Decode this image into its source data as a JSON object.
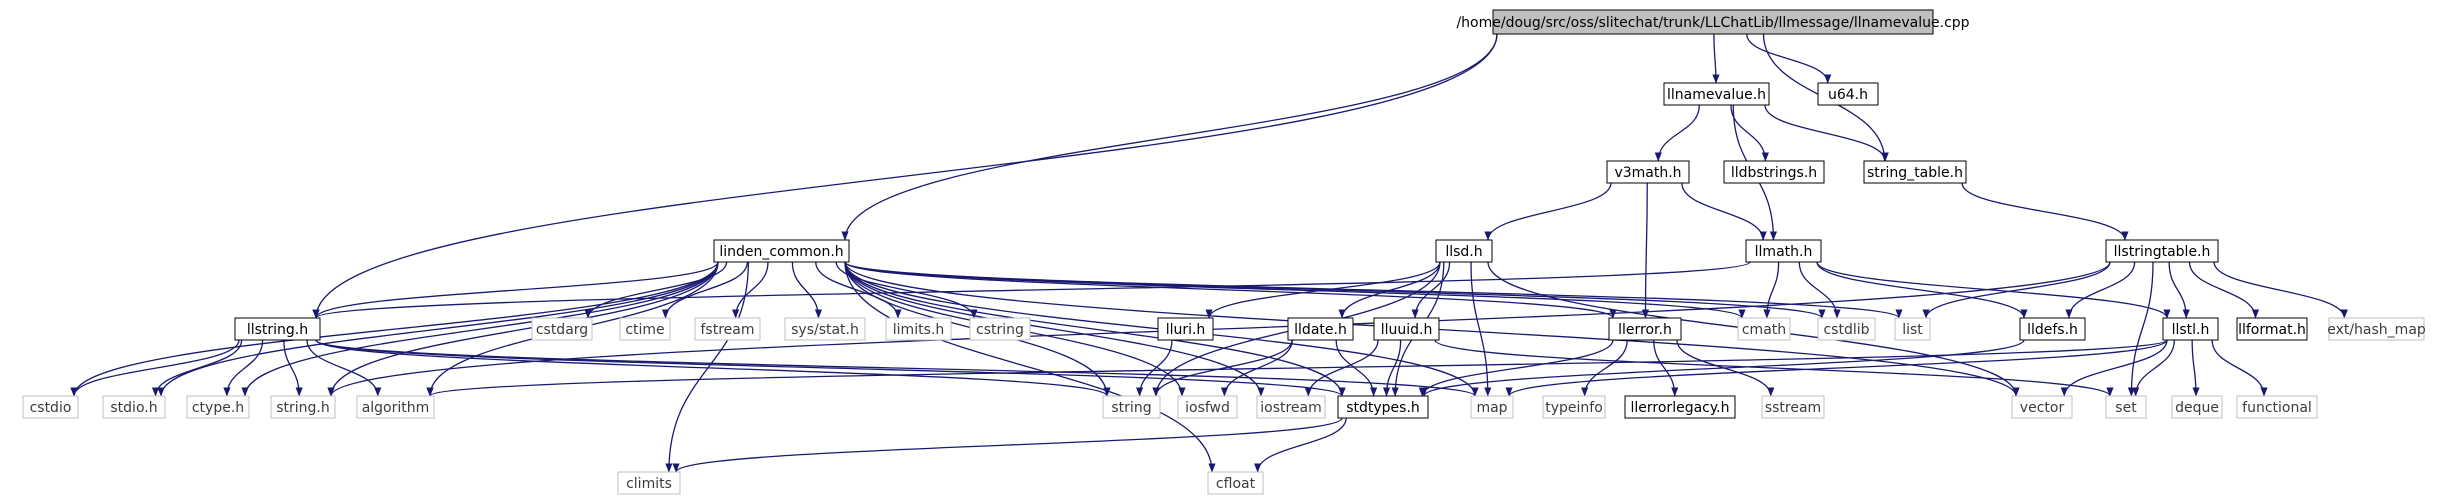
{
  "diagram": {
    "nodes": [
      {
        "id": "root",
        "label": "/home/doug/src/oss/slitechat/trunk/LLChatLib/llmessage/llnamevalue.cpp",
        "kind": "root"
      },
      {
        "id": "llnamevalue_h",
        "label": "llnamevalue.h",
        "kind": "file"
      },
      {
        "id": "u64_h",
        "label": "u64.h",
        "kind": "file"
      },
      {
        "id": "v3math_h",
        "label": "v3math.h",
        "kind": "file"
      },
      {
        "id": "lldbstrings_h",
        "label": "lldbstrings.h",
        "kind": "file"
      },
      {
        "id": "string_table_h",
        "label": "string_table.h",
        "kind": "file"
      },
      {
        "id": "linden_common_h",
        "label": "linden_common.h",
        "kind": "file"
      },
      {
        "id": "llsd_h",
        "label": "llsd.h",
        "kind": "file"
      },
      {
        "id": "llmath_h",
        "label": "llmath.h",
        "kind": "file"
      },
      {
        "id": "llstringtable_h",
        "label": "llstringtable.h",
        "kind": "file"
      },
      {
        "id": "llstring_h",
        "label": "llstring.h",
        "kind": "file"
      },
      {
        "id": "cstdarg",
        "label": "cstdarg",
        "kind": "ext"
      },
      {
        "id": "ctime",
        "label": "ctime",
        "kind": "ext"
      },
      {
        "id": "fstream",
        "label": "fstream",
        "kind": "ext"
      },
      {
        "id": "sys_stat_h",
        "label": "sys/stat.h",
        "kind": "ext"
      },
      {
        "id": "limits_h",
        "label": "limits.h",
        "kind": "ext"
      },
      {
        "id": "cstring",
        "label": "cstring",
        "kind": "ext"
      },
      {
        "id": "lluri_h",
        "label": "lluri.h",
        "kind": "file"
      },
      {
        "id": "lldate_h",
        "label": "lldate.h",
        "kind": "file"
      },
      {
        "id": "lluuid_h",
        "label": "lluuid.h",
        "kind": "file"
      },
      {
        "id": "llerror_h",
        "label": "llerror.h",
        "kind": "file"
      },
      {
        "id": "cmath",
        "label": "cmath",
        "kind": "ext"
      },
      {
        "id": "cstdlib",
        "label": "cstdlib",
        "kind": "ext"
      },
      {
        "id": "list",
        "label": "list",
        "kind": "ext"
      },
      {
        "id": "lldefs_h",
        "label": "lldefs.h",
        "kind": "file"
      },
      {
        "id": "llstl_h",
        "label": "llstl.h",
        "kind": "file"
      },
      {
        "id": "llformat_h",
        "label": "llformat.h",
        "kind": "file"
      },
      {
        "id": "ext_hash_map",
        "label": "ext/hash_map",
        "kind": "ext"
      },
      {
        "id": "cstdio",
        "label": "cstdio",
        "kind": "ext"
      },
      {
        "id": "stdio_h",
        "label": "stdio.h",
        "kind": "ext"
      },
      {
        "id": "ctype_h",
        "label": "ctype.h",
        "kind": "ext"
      },
      {
        "id": "string_h",
        "label": "string.h",
        "kind": "ext"
      },
      {
        "id": "algorithm",
        "label": "algorithm",
        "kind": "ext"
      },
      {
        "id": "string",
        "label": "string",
        "kind": "ext"
      },
      {
        "id": "iosfwd",
        "label": "iosfwd",
        "kind": "ext"
      },
      {
        "id": "iostream",
        "label": "iostream",
        "kind": "ext"
      },
      {
        "id": "stdtypes_h",
        "label": "stdtypes.h",
        "kind": "file"
      },
      {
        "id": "map",
        "label": "map",
        "kind": "ext"
      },
      {
        "id": "typeinfo",
        "label": "typeinfo",
        "kind": "ext"
      },
      {
        "id": "llerrorlegacy_h",
        "label": "llerrorlegacy.h",
        "kind": "file"
      },
      {
        "id": "sstream",
        "label": "sstream",
        "kind": "ext"
      },
      {
        "id": "vector",
        "label": "vector",
        "kind": "ext"
      },
      {
        "id": "set",
        "label": "set",
        "kind": "ext"
      },
      {
        "id": "deque",
        "label": "deque",
        "kind": "ext"
      },
      {
        "id": "functional",
        "label": "functional",
        "kind": "ext"
      },
      {
        "id": "climits",
        "label": "climits",
        "kind": "ext"
      },
      {
        "id": "cfloat",
        "label": "cfloat",
        "kind": "ext"
      }
    ],
    "edges": [
      [
        "root",
        "llnamevalue_h"
      ],
      [
        "root",
        "u64_h"
      ],
      [
        "root",
        "string_table_h"
      ],
      [
        "root",
        "linden_common_h"
      ],
      [
        "root",
        "llstring_h"
      ],
      [
        "llnamevalue_h",
        "v3math_h"
      ],
      [
        "llnamevalue_h",
        "lldbstrings_h"
      ],
      [
        "llnamevalue_h",
        "string_table_h"
      ],
      [
        "llnamevalue_h",
        "llmath_h"
      ],
      [
        "string_table_h",
        "llstringtable_h"
      ],
      [
        "v3math_h",
        "llsd_h"
      ],
      [
        "v3math_h",
        "llmath_h"
      ],
      [
        "v3math_h",
        "llerror_h"
      ],
      [
        "linden_common_h",
        "llstring_h"
      ],
      [
        "linden_common_h",
        "cstdarg"
      ],
      [
        "linden_common_h",
        "ctime"
      ],
      [
        "linden_common_h",
        "fstream"
      ],
      [
        "linden_common_h",
        "sys_stat_h"
      ],
      [
        "linden_common_h",
        "limits_h"
      ],
      [
        "linden_common_h",
        "cstring"
      ],
      [
        "linden_common_h",
        "cstdio"
      ],
      [
        "linden_common_h",
        "stdio_h"
      ],
      [
        "linden_common_h",
        "ctype_h"
      ],
      [
        "linden_common_h",
        "string_h"
      ],
      [
        "linden_common_h",
        "algorithm"
      ],
      [
        "linden_common_h",
        "string"
      ],
      [
        "linden_common_h",
        "iosfwd"
      ],
      [
        "linden_common_h",
        "iostream"
      ],
      [
        "linden_common_h",
        "stdtypes_h"
      ],
      [
        "linden_common_h",
        "map"
      ],
      [
        "linden_common_h",
        "llerror_h"
      ],
      [
        "linden_common_h",
        "cmath"
      ],
      [
        "linden_common_h",
        "cstdlib"
      ],
      [
        "linden_common_h",
        "list"
      ],
      [
        "linden_common_h",
        "vector"
      ],
      [
        "linden_common_h",
        "climits"
      ],
      [
        "linden_common_h",
        "cfloat"
      ],
      [
        "llsd_h",
        "lluri_h"
      ],
      [
        "llsd_h",
        "lldate_h"
      ],
      [
        "llsd_h",
        "lluuid_h"
      ],
      [
        "llsd_h",
        "string"
      ],
      [
        "llsd_h",
        "stdtypes_h"
      ],
      [
        "llsd_h",
        "map"
      ],
      [
        "llsd_h",
        "vector"
      ],
      [
        "llmath_h",
        "cmath"
      ],
      [
        "llmath_h",
        "cstdlib"
      ],
      [
        "llmath_h",
        "lldefs_h"
      ],
      [
        "llmath_h",
        "llstl_h"
      ],
      [
        "llmath_h",
        "llstring_h"
      ],
      [
        "llstringtable_h",
        "list"
      ],
      [
        "llstringtable_h",
        "lldefs_h"
      ],
      [
        "llstringtable_h",
        "llstl_h"
      ],
      [
        "llstringtable_h",
        "llformat_h"
      ],
      [
        "llstringtable_h",
        "ext_hash_map"
      ],
      [
        "llstringtable_h",
        "set"
      ],
      [
        "llstringtable_h",
        "string_h"
      ],
      [
        "llstring_h",
        "cstdio"
      ],
      [
        "llstring_h",
        "stdio_h"
      ],
      [
        "llstring_h",
        "ctype_h"
      ],
      [
        "llstring_h",
        "string_h"
      ],
      [
        "llstring_h",
        "algorithm"
      ],
      [
        "llstring_h",
        "string"
      ],
      [
        "llstring_h",
        "stdtypes_h"
      ],
      [
        "llstring_h",
        "map"
      ],
      [
        "lluri_h",
        "string"
      ],
      [
        "lldate_h",
        "string"
      ],
      [
        "lldate_h",
        "iosfwd"
      ],
      [
        "lldate_h",
        "stdtypes_h"
      ],
      [
        "lluuid_h",
        "iostream"
      ],
      [
        "lluuid_h",
        "stdtypes_h"
      ],
      [
        "lluuid_h",
        "set"
      ],
      [
        "llerror_h",
        "stdtypes_h"
      ],
      [
        "llerror_h",
        "typeinfo"
      ],
      [
        "llerror_h",
        "llerrorlegacy_h"
      ],
      [
        "llerror_h",
        "sstream"
      ],
      [
        "lldefs_h",
        "stdtypes_h"
      ],
      [
        "llstl_h",
        "map"
      ],
      [
        "llstl_h",
        "vector"
      ],
      [
        "llstl_h",
        "set"
      ],
      [
        "llstl_h",
        "deque"
      ],
      [
        "llstl_h",
        "functional"
      ],
      [
        "llstl_h",
        "algorithm"
      ],
      [
        "stdtypes_h",
        "climits"
      ],
      [
        "stdtypes_h",
        "cfloat"
      ]
    ]
  },
  "colors": {
    "edge": "#191970",
    "root_fill": "#bfbfbf",
    "file_border": "#000000",
    "ext_border": "#bfbfbf"
  }
}
